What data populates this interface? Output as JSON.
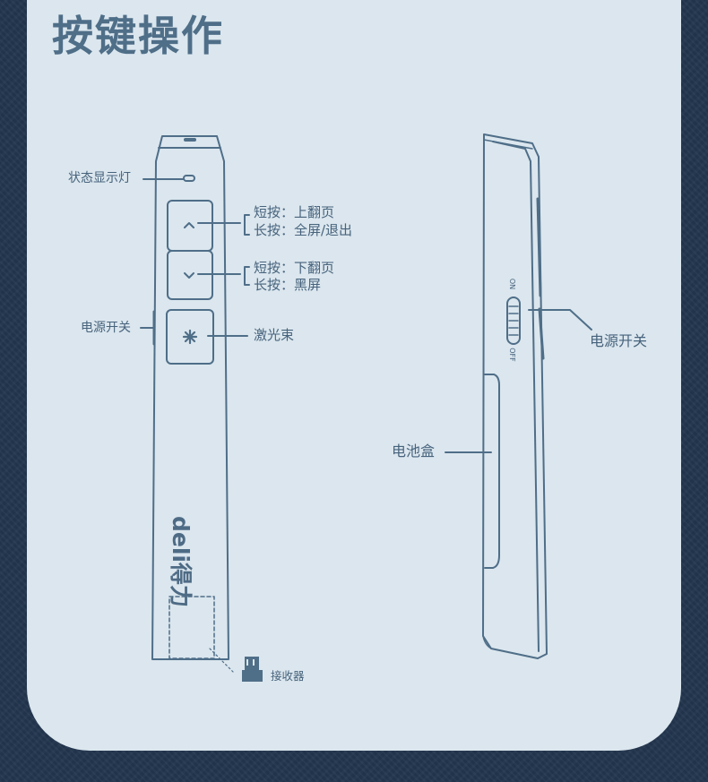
{
  "title": "按键操作",
  "brand": "deli得力",
  "front": {
    "status_light": "状态显示灯",
    "up_key": {
      "short": "短按：上翻页",
      "long": "长按：全屏/退出"
    },
    "down_key": {
      "short": "短按：下翻页",
      "long": "长按：黑屏"
    },
    "power_switch": "电源开关",
    "laser": "激光束",
    "receiver": "接收器"
  },
  "side": {
    "power_switch": "电源开关",
    "battery": "电池盒",
    "switch_on": "ON",
    "switch_off": "OFF"
  },
  "colors": {
    "background": "#23364f",
    "panel": "#dbe6ee",
    "line": "#4f6e88",
    "text": "#47637c"
  },
  "icons": {
    "up": "chevron-up-icon",
    "down": "chevron-down-icon",
    "laser": "star-burst-icon"
  }
}
